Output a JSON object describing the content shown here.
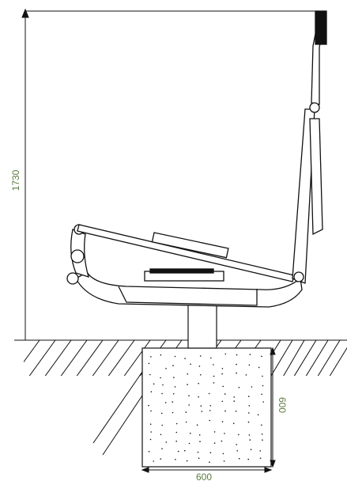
{
  "dimensions": {
    "height": "1730",
    "foundation_depth": "600",
    "foundation_width": "600"
  },
  "colors": {
    "dimension_text": "#5c7a3e",
    "line": "#111111"
  }
}
